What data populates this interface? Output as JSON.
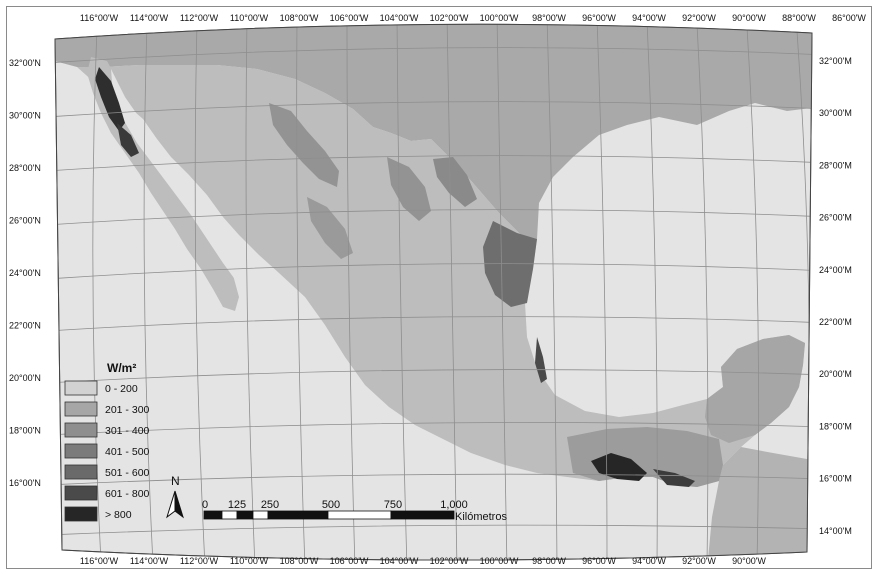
{
  "map": {
    "lon_ticks": [
      "116°00'W",
      "114°00'W",
      "112°00'W",
      "110°00'W",
      "108°00'W",
      "106°00'W",
      "104°00'W",
      "102°00'W",
      "100°00'W",
      "98°00'W",
      "96°00'W",
      "94°00'W",
      "92°00'W",
      "90°00'W",
      "88°00'W",
      "86°00'W"
    ],
    "lon_ticks_bottom": [
      "116°00'W",
      "114°00'W",
      "112°00'W",
      "110°00'W",
      "108°00'W",
      "106°00'W",
      "104°00'W",
      "102°00'W",
      "100°00'W",
      "98°00'W",
      "96°00'W",
      "94°00'W",
      "92°00'W",
      "90°00'W"
    ],
    "lat_ticks_left": [
      "32°00'N",
      "30°00'N",
      "28°00'N",
      "26°00'N",
      "24°00'N",
      "22°00'N",
      "20°00'N",
      "18°00'N",
      "16°00'N"
    ],
    "lat_ticks_right": [
      "32°00'M",
      "30°00'M",
      "28°00'M",
      "26°00'M",
      "24°00'M",
      "22°00'M",
      "20°00'M",
      "18°00'M",
      "16°00'M",
      "14°00'M"
    ],
    "colors": {
      "sea": "#e4e4e4",
      "usa": "#a9a9a9",
      "mexico": "#bdbdbd",
      "grid": "#8e8e8e"
    }
  },
  "legend": {
    "title": "W/m²",
    "items": [
      {
        "label": "0 - 200",
        "color": "#d2d2d2"
      },
      {
        "label": "201 - 300",
        "color": "#a6a6a6"
      },
      {
        "label": "301 - 400",
        "color": "#8e8e8e"
      },
      {
        "label": "401 - 500",
        "color": "#7b7b7b"
      },
      {
        "label": "501 - 600",
        "color": "#6a6a6a"
      },
      {
        "label": "601 - 800",
        "color": "#4a4a4a"
      },
      {
        "label": "> 800",
        "color": "#262626"
      }
    ]
  },
  "north_arrow": {
    "label": "N"
  },
  "scale_bar": {
    "ticks": [
      "0",
      "125",
      "250",
      "500",
      "750",
      "1,000"
    ],
    "unit": "Kilómetros"
  }
}
